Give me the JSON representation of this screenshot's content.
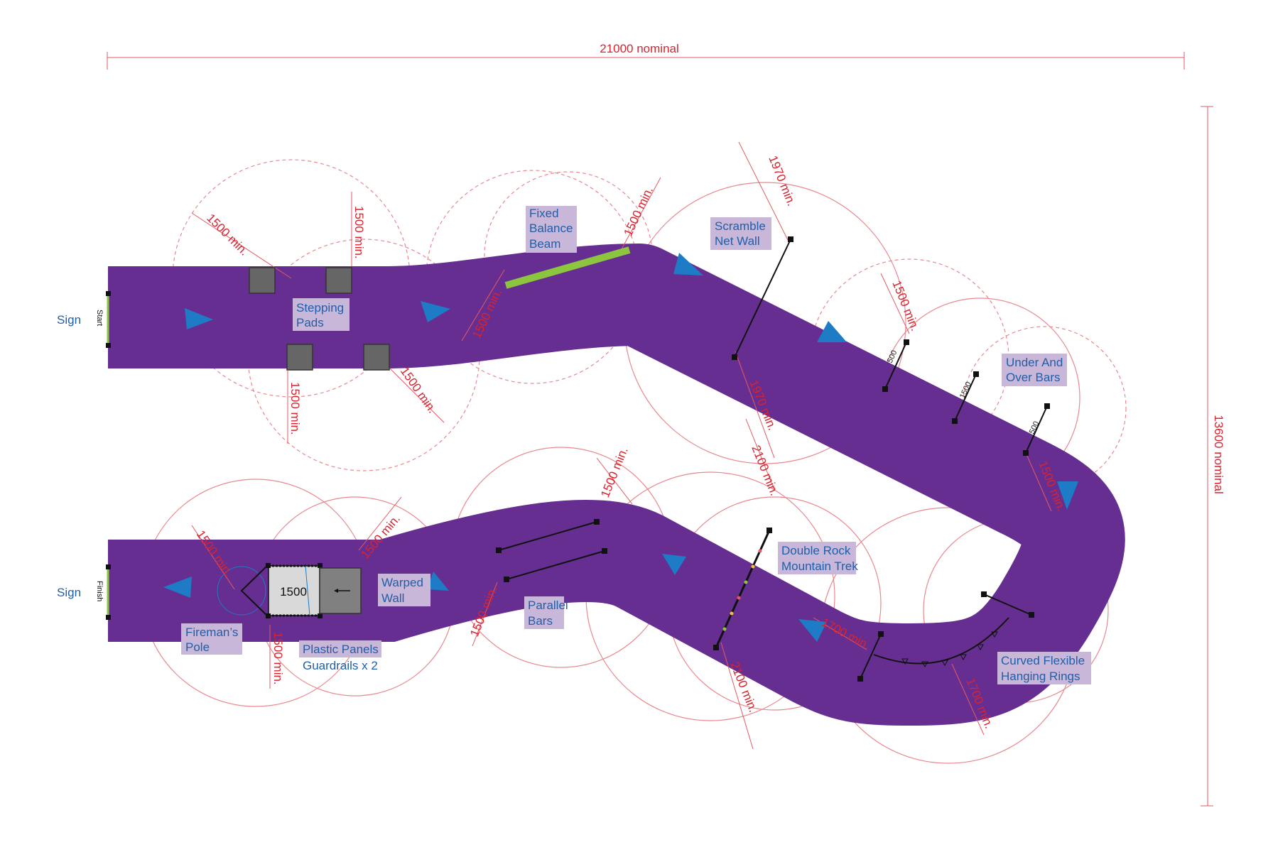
{
  "overall": {
    "width_label": "21000 nominal",
    "height_label": "13600 nominal"
  },
  "signs": {
    "top": "Sign",
    "bottom": "Sign"
  },
  "markers": {
    "start": "Start",
    "finish": "Finish"
  },
  "stations": {
    "stepping_pads": [
      "Stepping",
      "Pads"
    ],
    "balance_beam": [
      "Fixed",
      "Balance",
      "Beam"
    ],
    "scramble_net": [
      "Scramble",
      "Net Wall"
    ],
    "under_over": [
      "Under And",
      "Over Bars"
    ],
    "curved_rings": [
      "Curved Flexible",
      "Hanging Rings"
    ],
    "rock_trek": [
      "Double Rock",
      "Mountain Trek"
    ],
    "parallel_bars": [
      "Parallel",
      "Bars"
    ],
    "warped_wall": [
      "Warped",
      "Wall"
    ],
    "firemans_pole": [
      "Fireman’s",
      "Pole"
    ],
    "plastic_panels": [
      "Plastic Panels",
      "Guardrails x 2"
    ]
  },
  "platform_label": "1500",
  "bar_heights": [
    "500",
    "1500",
    "500"
  ],
  "clearances": {
    "c1500": "1500 min.",
    "c1970": "1970 min.",
    "c2100": "2100 min.",
    "c1700": "1700 min."
  },
  "colors": {
    "track": "#662e91",
    "dimension": "#d9232e",
    "label_text": "#1f5ea8",
    "label_bg": "#c9b7da",
    "beam": "#8cc63f",
    "marker": "#1e7bc6"
  }
}
